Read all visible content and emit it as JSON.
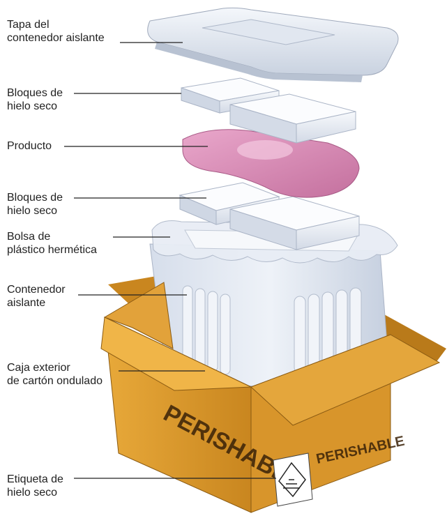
{
  "labels": {
    "lid": [
      "Tapa del",
      "contenedor aislante"
    ],
    "ice_top": [
      "Bloques de",
      "hielo seco"
    ],
    "product": [
      "Producto"
    ],
    "ice_bottom": [
      "Bloques de",
      "hielo seco"
    ],
    "bag": [
      "Bolsa de",
      "plástico hermética"
    ],
    "container": [
      "Contenedor",
      "aislante"
    ],
    "box": [
      "Caja exterior",
      "de cartón ondulado"
    ],
    "ice_label": [
      "Etiqueta de",
      "hielo seco"
    ]
  },
  "box_text": {
    "front": "PERISHABLE",
    "side": "PERISHABLE"
  },
  "colors": {
    "cardboard": "#e0a02e",
    "cardboard_dark": "#b97a1a",
    "foam": "#e6ecf5",
    "foam_shadow": "#b9c3d4",
    "product": "#d88cb6",
    "text": "#222222"
  }
}
